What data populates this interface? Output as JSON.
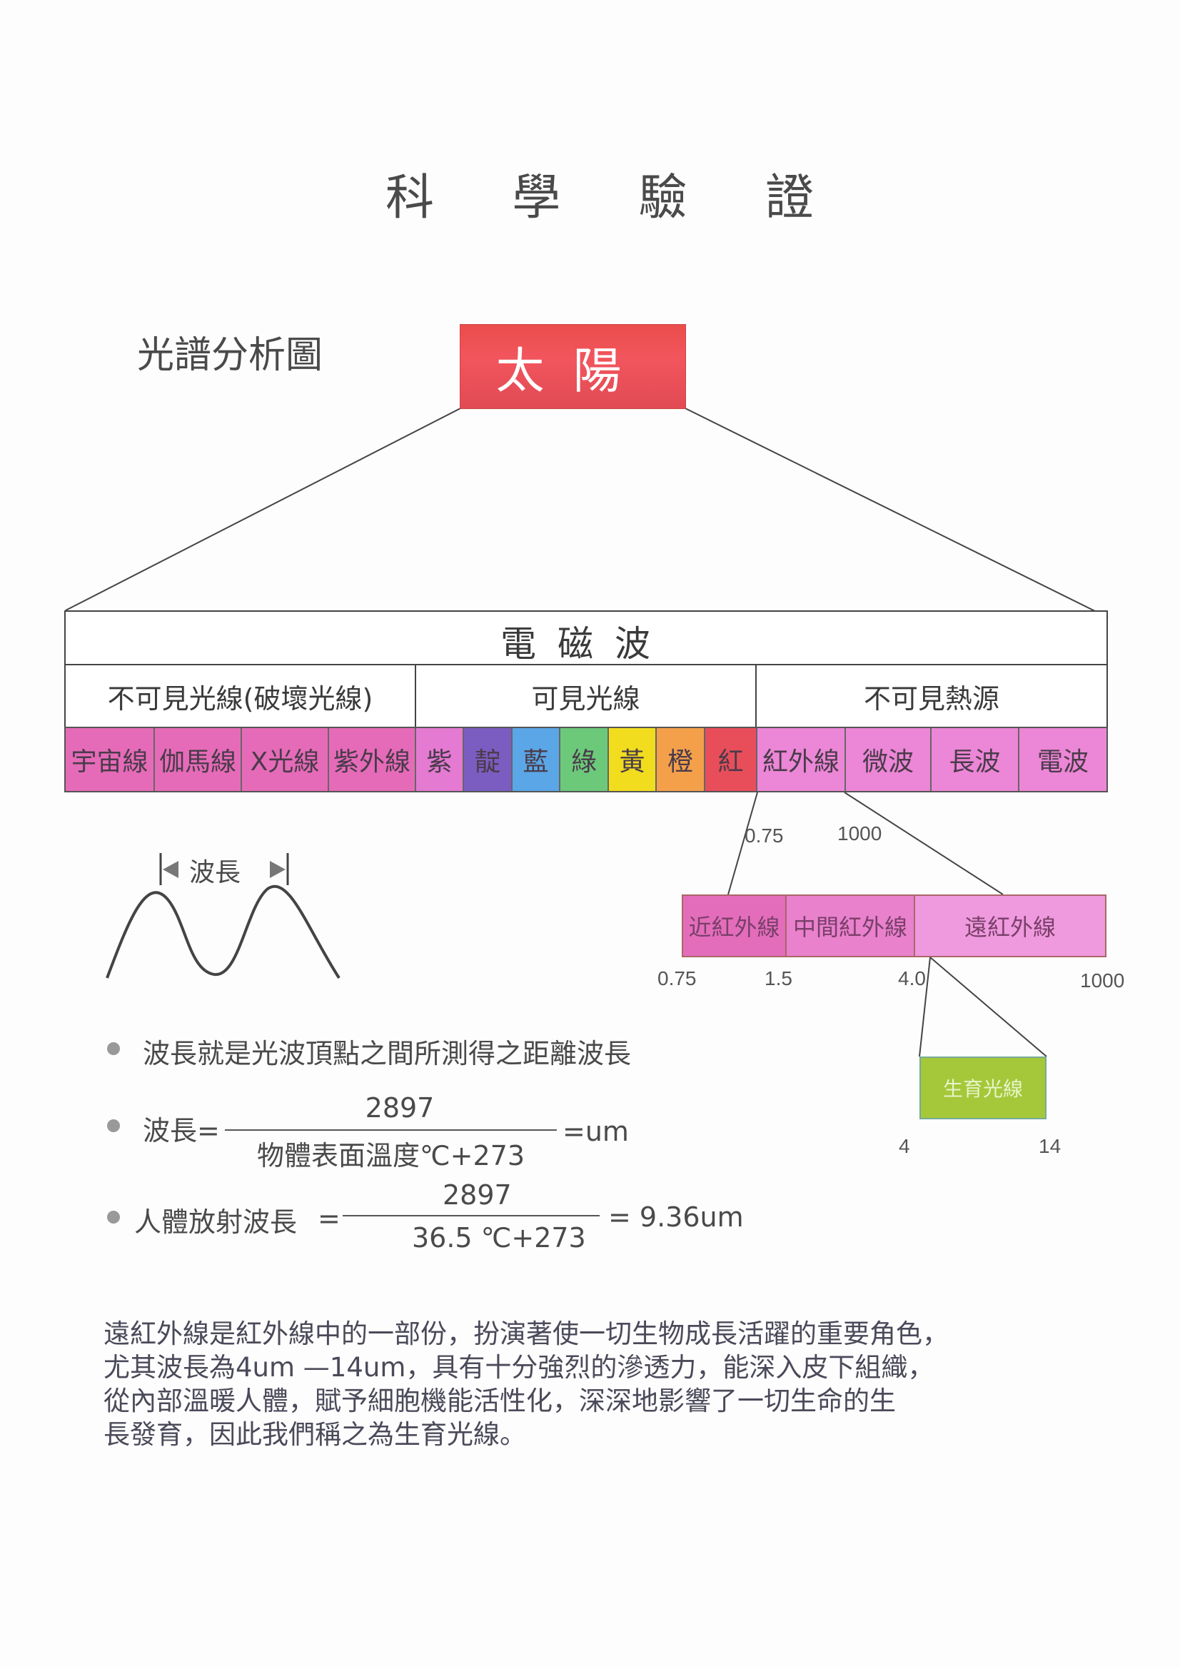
{
  "title": [
    "科",
    "學",
    "驗",
    "證"
  ],
  "subtitle": "光譜分析圖",
  "sun_label": "太陽",
  "em_label": "電磁波",
  "categories": [
    "不可見光線(破壞光線)",
    "可見光線",
    "不可見熱源"
  ],
  "spectrum_cells": [
    {
      "label": "宇宙線",
      "color": "#e56bb8"
    },
    {
      "label": "伽馬線",
      "color": "#e56bb8"
    },
    {
      "label": "X光線",
      "color": "#e56bb8"
    },
    {
      "label": "紫外線",
      "color": "#e56bb8"
    },
    {
      "label": "紫",
      "color": "#e47ad2"
    },
    {
      "label": "靛",
      "color": "#7b5cc0"
    },
    {
      "label": "藍",
      "color": "#5aa6e6"
    },
    {
      "label": "綠",
      "color": "#6cc97a"
    },
    {
      "label": "黃",
      "color": "#f1dd1e"
    },
    {
      "label": "橙",
      "color": "#f4a04a"
    },
    {
      "label": "紅",
      "color": "#e84e5a"
    },
    {
      "label": "紅外線",
      "color": "#ec86d6"
    },
    {
      "label": "微波",
      "color": "#ec86d6"
    },
    {
      "label": "長波",
      "color": "#ec86d6"
    },
    {
      "label": "電波",
      "color": "#ec86d6"
    }
  ],
  "ir_bounds": {
    "start": "0.75",
    "end": "1000"
  },
  "ir_cells": [
    {
      "label": "近紅外線",
      "color": "#e36dbb"
    },
    {
      "label": "中間紅外線",
      "color": "#e981cd"
    },
    {
      "label": "遠紅外線",
      "color": "#ef9ade"
    }
  ],
  "ir_ticks": [
    "0.75",
    "1.5",
    "4.0",
    "1000"
  ],
  "growth": {
    "label": "生育光線",
    "start": "4",
    "end": "14",
    "color": "#a4c83a"
  },
  "wave_label": "波長",
  "bullets": {
    "b1": "波長就是光波頂點之間所測得之距離波長",
    "b2_lhs": "波長=",
    "b2_num": "2897",
    "b2_den": "物體表面溫度℃+273",
    "b2_rhs": "=um",
    "b3_lhs": "人體放射波長",
    "b3_eq": "=",
    "b3_num": "2897",
    "b3_den": "36.5 ℃+273",
    "b3_rhs": "=  9.36um"
  },
  "paragraph": [
    "遠紅外線是紅外線中的一部份，扮演著使一切生物成長活躍的重要角色，",
    "尤其波長為4um —14um，具有十分強烈的滲透力，能深入皮下組織，",
    "從內部溫暖人體，賦予細胞機能活性化，深深地影響了一切生命的生",
    "長發育，因此我們稱之為生育光線。"
  ]
}
